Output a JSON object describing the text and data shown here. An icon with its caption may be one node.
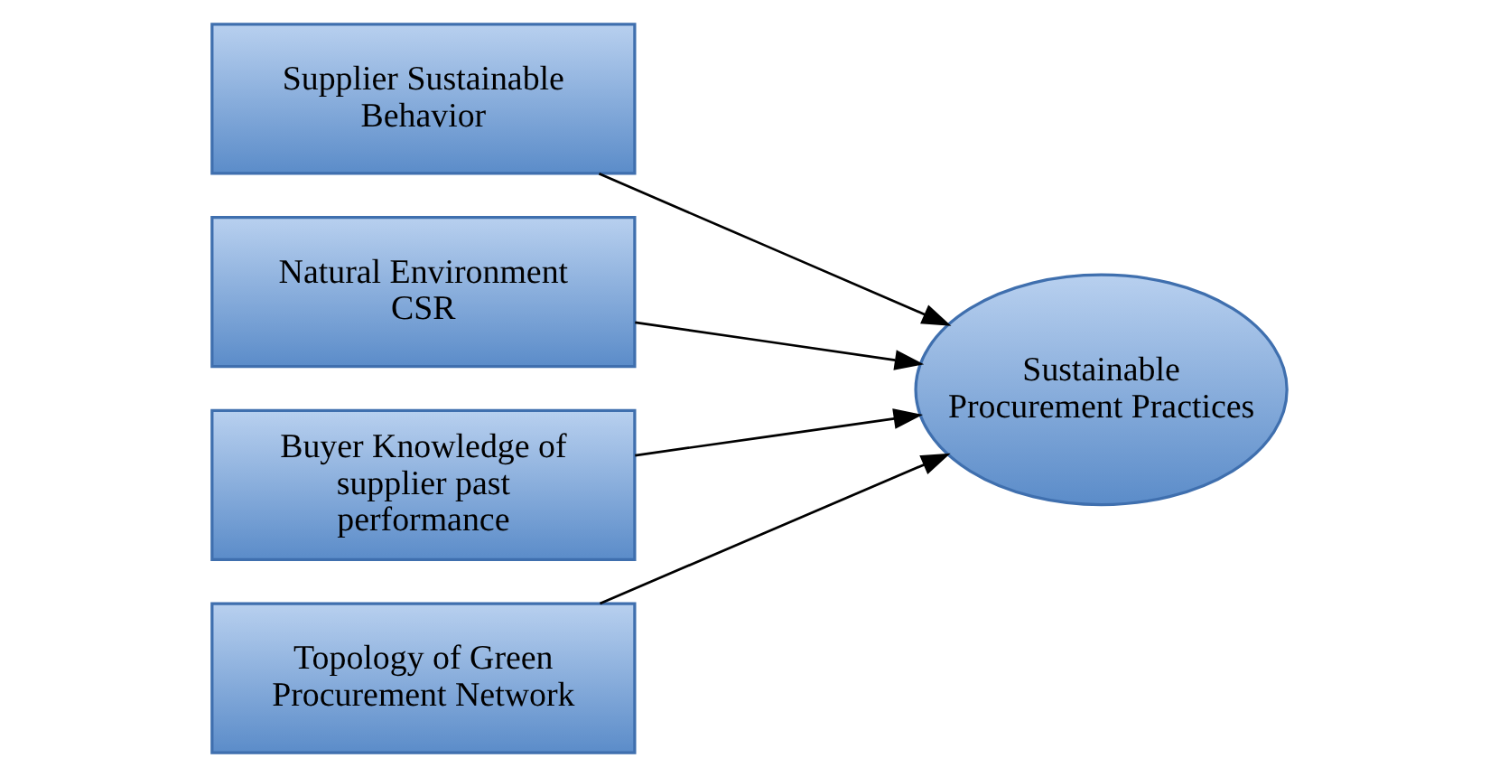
{
  "diagram": {
    "nodes": [
      {
        "text": [
          "Supplier Sustainable Behavior"
        ]
      },
      {
        "text": [
          "Natural Environment CSR"
        ]
      },
      {
        "text": [
          "Buyer Knowledge of supplier past performance"
        ]
      },
      {
        "text": [
          "Topology of Green Procurement Network"
        ]
      },
      {
        "text": [
          "Sustainable Procurement Practices"
        ]
      }
    ],
    "edges": [
      {
        "from": 0,
        "to": 4,
        "arrow": "to"
      },
      {
        "from": 1,
        "to": 4,
        "arrow": "to"
      },
      {
        "from": 2,
        "to": 4,
        "arrow": "to"
      },
      {
        "from": 3,
        "to": 4,
        "arrow": "to"
      }
    ]
  }
}
